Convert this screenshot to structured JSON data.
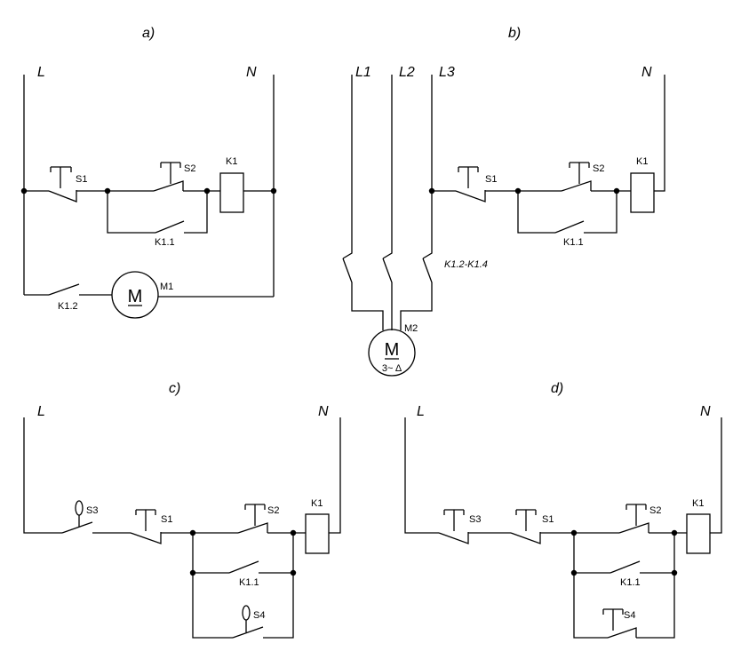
{
  "panels": {
    "a": {
      "title": "a)",
      "rail_left": "L",
      "rail_right": "N",
      "s1": "S1",
      "s2": "S2",
      "k1": "K1",
      "k11": "K1.1",
      "k12": "K1.2",
      "m1": "M1",
      "motor_symbol": "M"
    },
    "b": {
      "title": "b)",
      "phase1": "L1",
      "phase2": "L2",
      "phase3": "L3",
      "rail_right": "N",
      "s1": "S1",
      "s2": "S2",
      "k1": "K1",
      "k11": "K1.1",
      "contacts": "K1.2-K1.4",
      "m2": "M2",
      "motor_symbol": "M",
      "motor_type": "3~ Δ"
    },
    "c": {
      "title": "c)",
      "rail_left": "L",
      "rail_right": "N",
      "s3": "S3",
      "s1": "S1",
      "s2": "S2",
      "k1": "K1",
      "k11": "K1.1",
      "s4": "S4"
    },
    "d": {
      "title": "d)",
      "rail_left": "L",
      "rail_right": "N",
      "s3": "S3",
      "s1": "S1",
      "s2": "S2",
      "k1": "K1",
      "k11": "K1.1",
      "s4": "S4"
    }
  }
}
